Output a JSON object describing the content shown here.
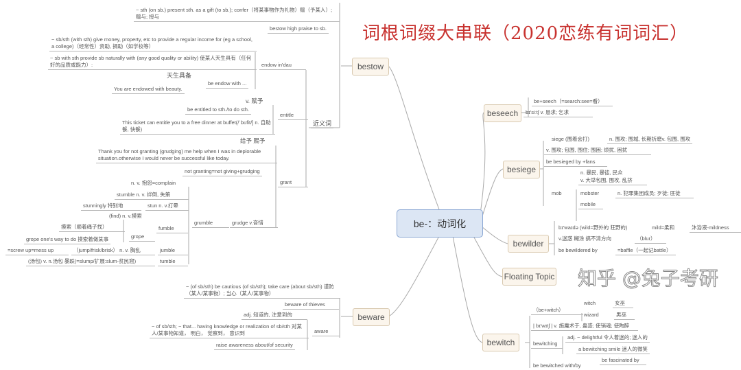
{
  "title": "词根词缀大串联（2020恋练有词词汇）",
  "center": "be-：动词化",
  "watermark": "知乎 @兔子考研",
  "bestow": {
    "label": "bestow",
    "items": [
      "~ sth (on sb.) present sth. as a gift (to sb.); confer（将某事物作为礼物）赠（予某人）; 赠与; 授与",
      "bestow high praise to sb.",
      "近义词",
      "endow  in'dau",
      "~ sb/sth (with sth) give money, property, etc to provide a regular income for (eg a school, a college)（经常性）资助, 捐助（如学校等）",
      "~ sb with sth provide sb naturally with (any good quality or ability) 使某人天生具有（任何好的品质或能力）:",
      "be endow with ...",
      "天生具备",
      "You are endowed with beauty.",
      "entitle",
      "v. 赋予",
      "be entitled to sth./to do sth.",
      "This ticket can entitle you to a free dinner at buffet(/ˈbʊfit/] n. 自助餐, 快餐)",
      "grant",
      "给予 赐予",
      "Thank you for not granting (grudging) me help when I was in deplorable situation.otherwise I would never be successful like today.",
      "not granting=not giving+grudging",
      "grudge v.吝惜",
      "grumble",
      "n. v. 抱怨=complain",
      "stumble  n. v. 绊倒, 失策",
      "stun n. v.打晕",
      "stunningly 特别地",
      "fumble",
      "(find) n. v.摸索",
      "grope",
      "摸索（顺着绳子找）",
      "grope one's way to do 摸索着做某事",
      "jumble",
      "（jump/frisk/brisk） n. v. 胸乱",
      "=screw up=mess up",
      "tumble",
      "(汤包) v. n.汤包 暴跌(=slump/扩展:slum-贫民窟)"
    ]
  },
  "beware": {
    "label": "beware",
    "items": [
      "~ (of sb/sth)  be cautious (of sb/sth); take care (about sb/sth) 谨防（某人/某事物）; 当心（某人/某事物）",
      "beware of thieves",
      "aware",
      "adj.  知道的, 注意到的",
      "~ of sb/sth; ~ that... having knowledge or realization of sb/sth 对某人/某事物知道， 明白， 觉察到， 意识到",
      "raise awareness about/of security"
    ]
  },
  "beseech": {
    "label": "beseech",
    "items": [
      "be+seech（=search:see=看）",
      "bɪ'siːtʃ  v. 恳求; 乞求"
    ]
  },
  "besiege": {
    "label": "besiege",
    "items": [
      "siege (围着会打)",
      "n. 围攻; 围城, 长期折磨v. 包围, 围攻",
      "v. 围攻; 包围, 围住; 围困; 烦扰, 困扰",
      "be besieged by +fans",
      "mob",
      "n. 暴民, 暴徒, 民众",
      "v. 大举包围, 围攻, 乱挤",
      "mobster",
      "n. 犯罪集团成员; 歹徒; 匪徒",
      "mobile"
    ]
  },
  "bewilder": {
    "label": "bewilder",
    "items": [
      "bɪ'waɪdə (wild=野外的 狂野的)",
      "mild=柔和",
      "沐浴液-mildness",
      "v.迷惑 糊涂 搞不清方向",
      "（blur）",
      "be bewildered by",
      "=baffle（一起记battle）"
    ]
  },
  "floating": {
    "label": "Floating Topic"
  },
  "bewitch": {
    "label": "bewitch",
    "items": [
      "（be+witch）",
      "witch",
      "女巫",
      "wizard",
      "男巫",
      "| bɪ'wɪtʃ | v. 施魔术于, 蛊惑; 使销魂; 使陶醉",
      "bewitching",
      "adj. ~ delightful 令人着迷的; 迷人的",
      "a bewitching smile 迷人的微笑",
      "be bewitched with/by",
      "be fascinated by"
    ]
  }
}
